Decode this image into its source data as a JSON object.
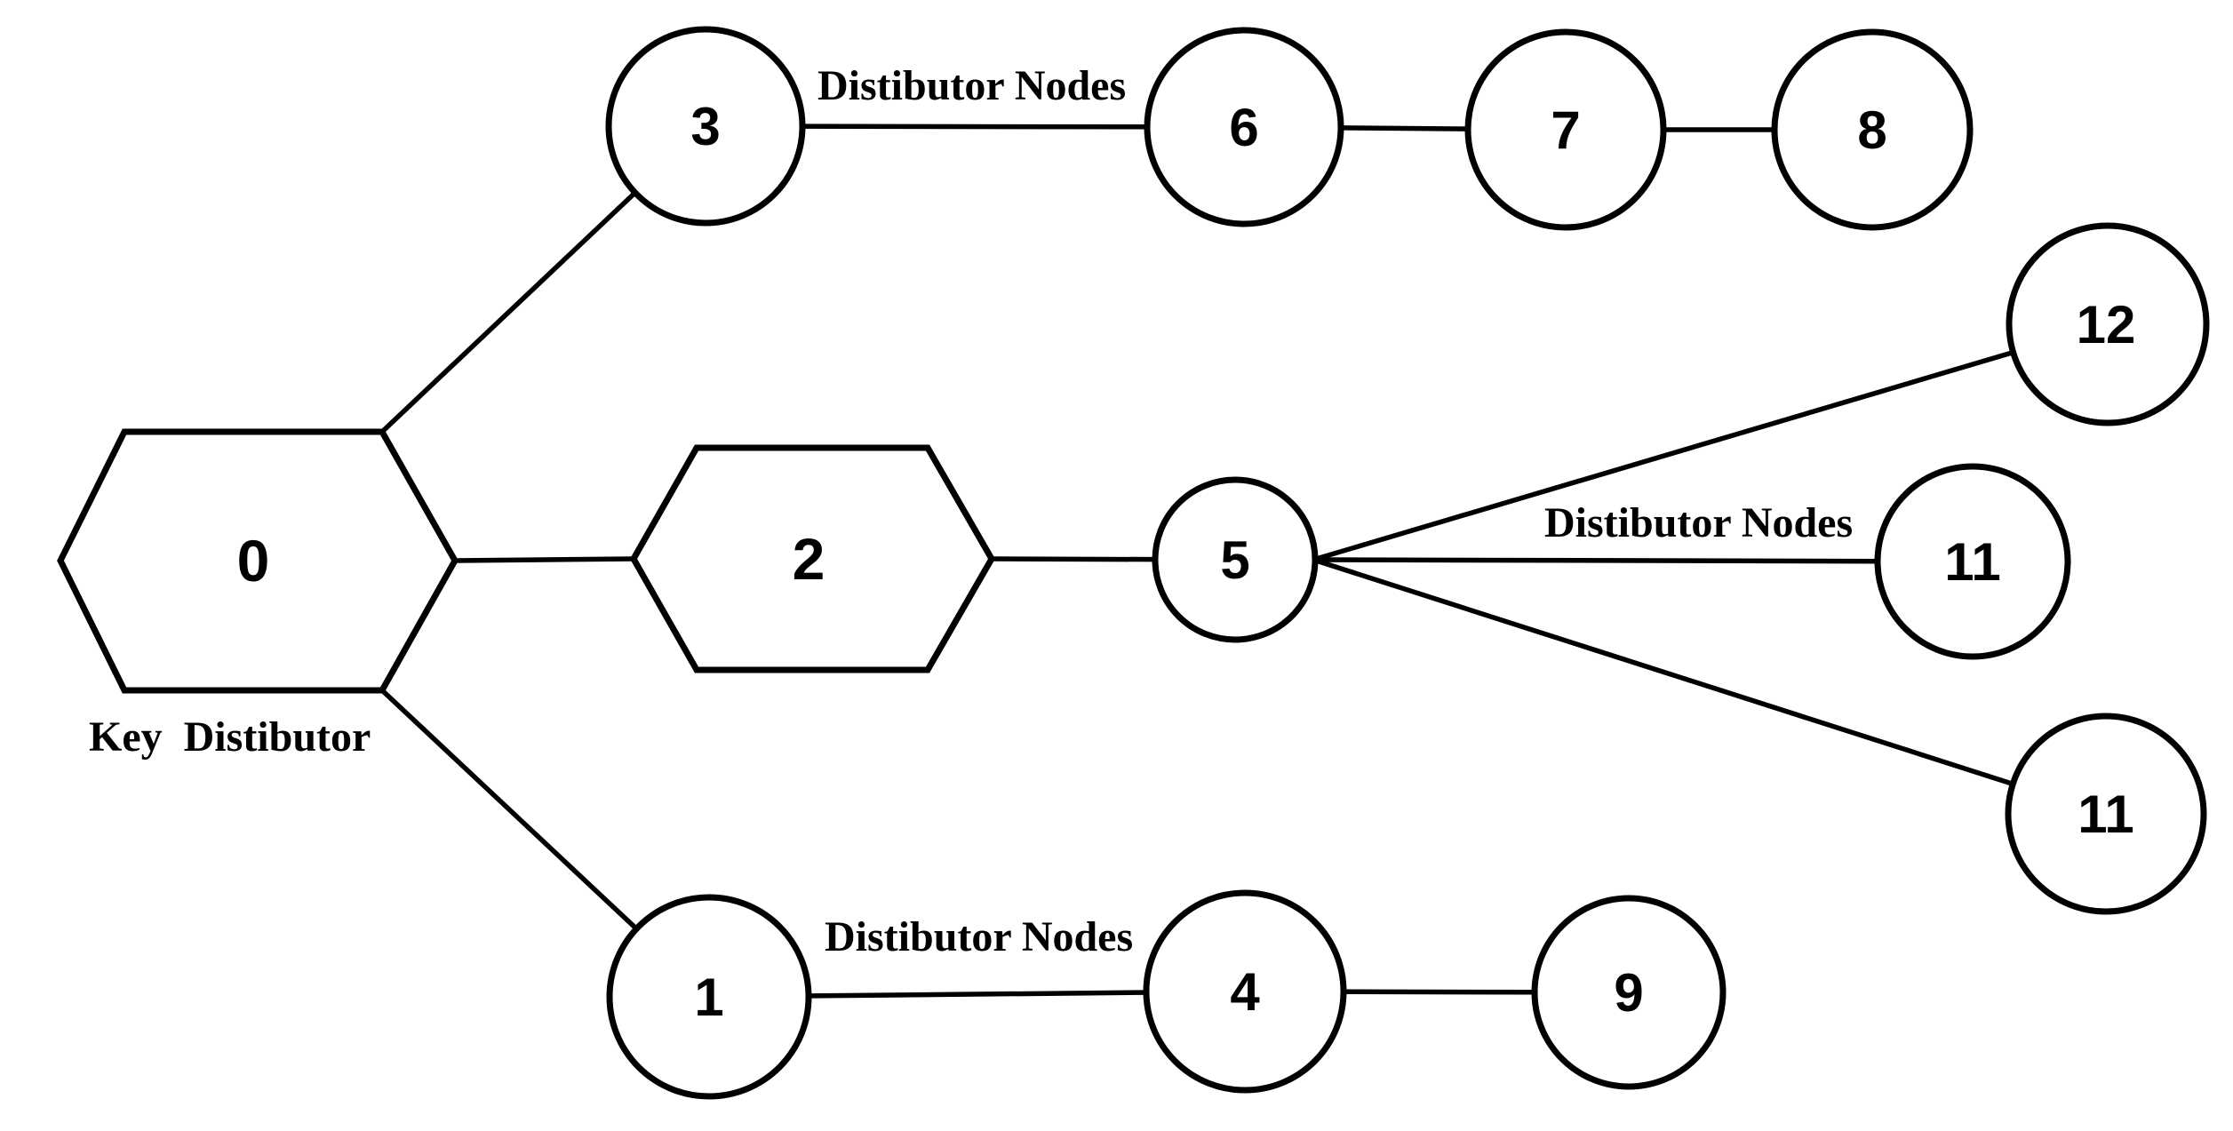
{
  "diagram": {
    "background_color": "#ffffff",
    "stroke_color": "#000000",
    "node_fill_color": "#ffffff",
    "nodes": [
      {
        "id": "0",
        "label": "0",
        "shape": "hexagon"
      },
      {
        "id": "2",
        "label": "2",
        "shape": "hexagon"
      },
      {
        "id": "3",
        "label": "3",
        "shape": "circle"
      },
      {
        "id": "6",
        "label": "6",
        "shape": "circle"
      },
      {
        "id": "7",
        "label": "7",
        "shape": "circle"
      },
      {
        "id": "8",
        "label": "8",
        "shape": "circle"
      },
      {
        "id": "5",
        "label": "5",
        "shape": "circle"
      },
      {
        "id": "12",
        "label": "12",
        "shape": "circle"
      },
      {
        "id": "11-upper",
        "label": "11",
        "shape": "circle"
      },
      {
        "id": "11-lower",
        "label": "11",
        "shape": "circle"
      },
      {
        "id": "1",
        "label": "1",
        "shape": "circle"
      },
      {
        "id": "4",
        "label": "4",
        "shape": "circle"
      },
      {
        "id": "9",
        "label": "9",
        "shape": "circle"
      }
    ],
    "edges": [
      {
        "from": "0",
        "to": "3"
      },
      {
        "from": "0",
        "to": "2"
      },
      {
        "from": "0",
        "to": "1"
      },
      {
        "from": "3",
        "to": "6"
      },
      {
        "from": "6",
        "to": "7"
      },
      {
        "from": "7",
        "to": "8"
      },
      {
        "from": "2",
        "to": "5"
      },
      {
        "from": "5",
        "to": "12"
      },
      {
        "from": "5",
        "to": "11-upper"
      },
      {
        "from": "5",
        "to": "11-lower"
      },
      {
        "from": "1",
        "to": "4"
      },
      {
        "from": "4",
        "to": "9"
      }
    ],
    "annotations": [
      {
        "id": "key-distributor-caption",
        "text": "Key  Distibutor"
      },
      {
        "id": "distributor-nodes-top",
        "text": "Distibutor Nodes"
      },
      {
        "id": "distributor-nodes-middle",
        "text": "Distibutor Nodes"
      },
      {
        "id": "distributor-nodes-bottom",
        "text": "Distibutor Nodes"
      }
    ]
  }
}
